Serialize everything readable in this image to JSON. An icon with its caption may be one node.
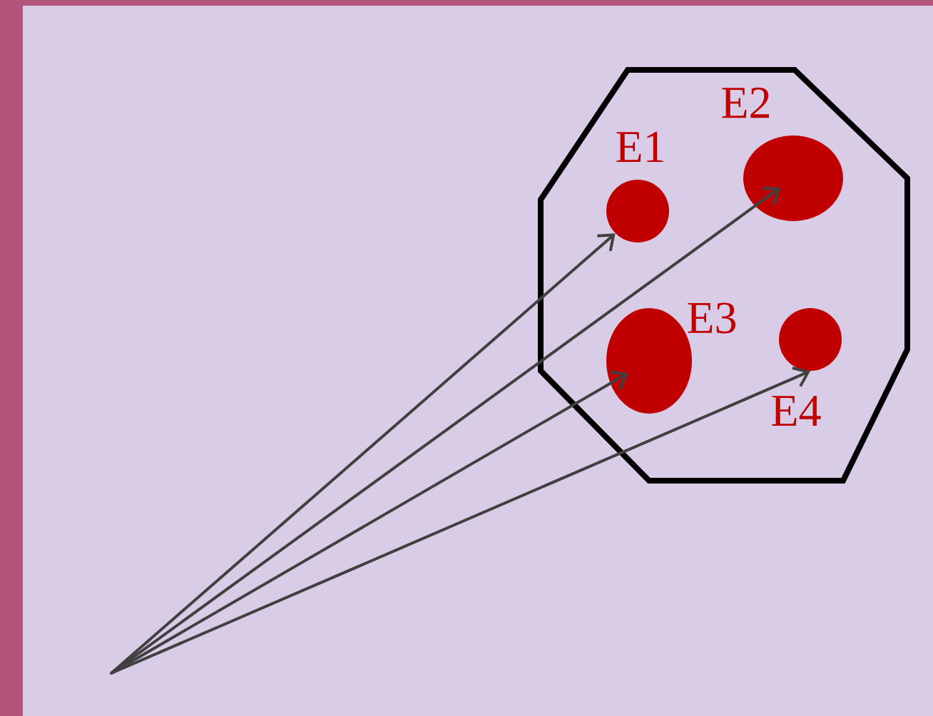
{
  "diagram": {
    "nodes": [
      {
        "text": [],
        "shape": "octagon"
      },
      {
        "text": [
          "E1"
        ],
        "in": 0
      },
      {
        "text": [
          "E2"
        ],
        "in": 0
      },
      {
        "text": [
          "E3"
        ],
        "in": 0
      },
      {
        "text": [
          "E4"
        ],
        "in": 0
      },
      {
        "text": [],
        "shape": "point"
      }
    ],
    "edges": [
      {
        "from": 5,
        "to": 1,
        "arrow": "to"
      },
      {
        "from": 5,
        "to": 2,
        "arrow": "to"
      },
      {
        "from": 5,
        "to": 3,
        "arrow": "to"
      },
      {
        "from": 5,
        "to": 4,
        "arrow": "to"
      }
    ]
  }
}
